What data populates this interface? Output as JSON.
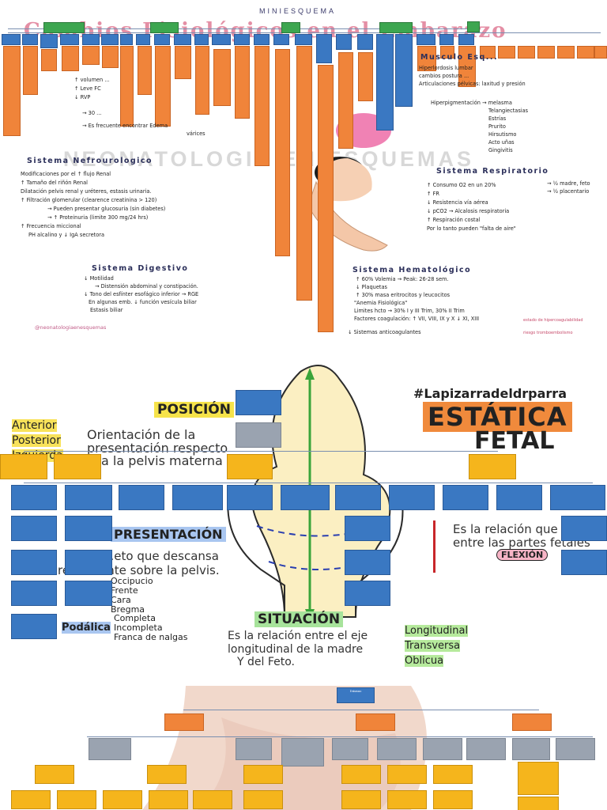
{
  "panel1": {
    "header": "MINIESQUEMA",
    "title": "Cambios Fisiológicos en el Embarazo",
    "watermark": "NEONATOLOGIA EN ESQUEMAS",
    "credit": "@neonatologiaenesquemas",
    "sections": {
      "cardio": {
        "lines": [
          "↑ volumen ...",
          "↑ Leve FC",
          "↓ RVP",
          "→ 30 ...",
          "→ Es frecuente encontrar Edema",
          "várices"
        ]
      },
      "musculo": {
        "title": "Musculo Esq...",
        "lines": [
          "Hiperlordosis lumbar",
          "cambios postura ...",
          "Articulaciones pélvicas: laxitud y presión",
          "Hiperpigmentación → melasma",
          "Telangiectasias",
          "Estrías",
          "Prurito",
          "Hirsutismo",
          "Acto uñas",
          "Gingivitis"
        ]
      },
      "nefro": {
        "title": "Sistema Nefrourologico",
        "lines": [
          "Modificaciones por el ↑ flujo Renal",
          "↑ Tamaño del riñón Renal",
          "Dilatación pelvis renal y uréteres, estasis urinaria.",
          "↑ Filtración glomerular (clearence creatinina > 120)",
          "→ Pueden presentar glucosuria (sin diabetes)",
          "→ ↑ Proteinuria (limite 300 mg/24 hrs)",
          "↑ Frecuencia miccional",
          "PH alcalino y ↓ IgA secretora"
        ]
      },
      "resp": {
        "title": "Sistema Respiratorio",
        "lines": [
          "↑ Consumo O2 en un 20%",
          "→ ½ madre, feto",
          "→ ½ placentario",
          "↑ FR",
          "↓ Resistencia vía aérea",
          "↓ pCO2 → Alcalosis respiratoria",
          "↑ Respiración costal",
          "Por lo tanto pueden \"falta de aire\""
        ]
      },
      "digest": {
        "title": "Sistema Digestivo",
        "lines": [
          "↓ Motilidad",
          "→ Distensión abdominal y constipación.",
          "↓ Tono del esfínter esofágico inferior → RGE",
          "En algunas emb. ↓ función vesícula biliar",
          "Estasis biliar"
        ]
      },
      "hemato": {
        "title": "Sistema Hematológico",
        "lines": [
          "↑ 60% Volemia → Peak: 26-28 sem.",
          "↓ Plaquetas",
          "↑ 30% masa eritrocitos y leucocitos",
          "\"Anemia Fisiológica\"",
          "Limites hcto → 30%  I y III Trim, 30% II Trim",
          "Factores coagulación: ↑ VII, VIII, IX y X  ↓ XI, XIII",
          "↓ Sistemas anticoagulantes"
        ],
        "note1": "estado de hipercoagulabilidad",
        "note2": "riesgo tromboembolismo"
      }
    }
  },
  "panel2": {
    "hashtag": "#Lapizarradeldrparra",
    "title1": "ESTÁTICA",
    "title2": "FETAL",
    "posicion": "POSICIÓN",
    "posicion_desc": [
      "Orientación de la",
      "presentación respecto",
      "a la pelvis materna"
    ],
    "posicion_items": [
      "Anterior",
      "Posterior",
      "Izquierda"
    ],
    "presentacion": "PRESENTACIÓN",
    "presentacion_desc": [
      "...eto que descansa",
      "...directamente sobre la pelvis."
    ],
    "cefalica_items": [
      "Occipucio",
      "Frente",
      "Cara",
      "Bregma"
    ],
    "podalica_label": "Podálica",
    "podalica_items": [
      "Completa",
      "Incompleta",
      "Franca de nalgas"
    ],
    "actitud_desc": [
      "Es la relación que",
      "entre las partes fetales"
    ],
    "flexion": "FLEXIÓN",
    "situacion": "SITUACIÓN",
    "situacion_desc": [
      "Es la relación entre el eje",
      "longitudinal de la madre",
      "Y del Feto."
    ],
    "situacion_items": [
      "Longitudinal",
      "Transversa",
      "Oblicua"
    ]
  },
  "panel3": {
    "root": "Embarazo"
  }
}
